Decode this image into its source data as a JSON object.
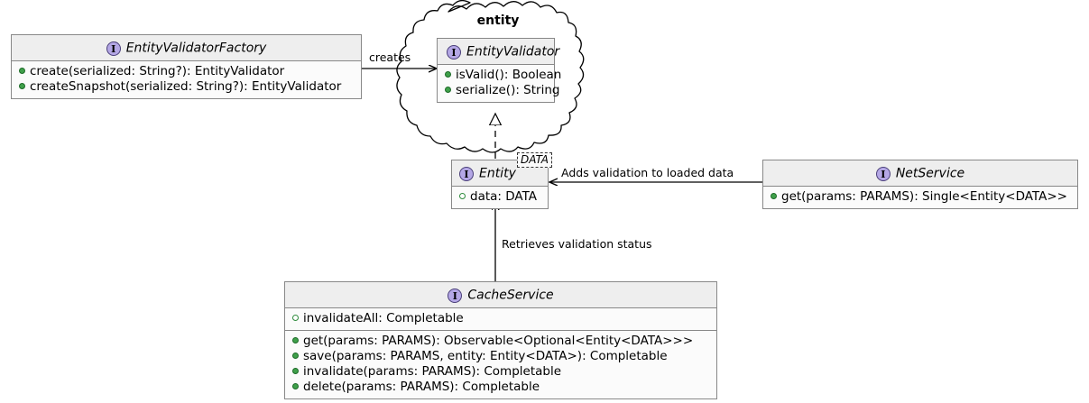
{
  "diagram": {
    "kind": "uml-class-diagram",
    "background": "#ffffff",
    "package": {
      "name": "entity",
      "style": "cloud",
      "border_color": "#000000"
    },
    "colors": {
      "class_header_bg": "#eeeeee",
      "class_body_bg": "#fbfbfb",
      "class_border": "#888888",
      "interface_icon_bg": "#b4a7e5",
      "interface_icon_border": "#4a3f7a",
      "public_dot": "#3fa04a",
      "field_dot_border": "#2e8b3c",
      "edge_color": "#000000"
    }
  },
  "classes": {
    "entity_validator_factory": {
      "icon": "interface-icon",
      "icon_letter": "I",
      "name": "EntityValidatorFactory",
      "stereotype": "interface",
      "members": [
        {
          "visibility": "public-method",
          "text": "create(serialized: String?): EntityValidator"
        },
        {
          "visibility": "public-method",
          "text": "createSnapshot(serialized: String?): EntityValidator"
        }
      ]
    },
    "entity_validator": {
      "icon": "interface-icon",
      "icon_letter": "I",
      "name": "EntityValidator",
      "stereotype": "interface",
      "members": [
        {
          "visibility": "public-method",
          "text": "isValid(): Boolean"
        },
        {
          "visibility": "public-method",
          "text": "serialize(): String"
        }
      ]
    },
    "entity": {
      "icon": "interface-icon",
      "icon_letter": "I",
      "name": "Entity",
      "stereotype": "interface",
      "generic_param": "DATA",
      "members": [
        {
          "visibility": "field",
          "text": "data: DATA"
        }
      ]
    },
    "net_service": {
      "icon": "interface-icon",
      "icon_letter": "I",
      "name": "NetService",
      "stereotype": "interface",
      "members": [
        {
          "visibility": "public-method",
          "text": "get(params: PARAMS): Single<Entity<DATA>>"
        }
      ]
    },
    "cache_service": {
      "icon": "interface-icon",
      "icon_letter": "I",
      "name": "CacheService",
      "stereotype": "interface",
      "fields": [
        {
          "visibility": "field",
          "text": "invalidateAll: Completable"
        }
      ],
      "members": [
        {
          "visibility": "public-method",
          "text": "get(params: PARAMS): Observable<Optional<Entity<DATA>>>"
        },
        {
          "visibility": "public-method",
          "text": "save(params: PARAMS, entity: Entity<DATA>): Completable"
        },
        {
          "visibility": "public-method",
          "text": "invalidate(params: PARAMS): Completable"
        },
        {
          "visibility": "public-method",
          "text": "delete(params: PARAMS): Completable"
        }
      ]
    }
  },
  "relationships": [
    {
      "id": "creates",
      "label": "creates",
      "from": "EntityValidatorFactory",
      "to": "EntityValidator",
      "arrow": "open-arrow",
      "line": "solid"
    },
    {
      "id": "realization",
      "label": "",
      "from": "Entity",
      "to": "EntityValidator",
      "arrow": "hollow-triangle",
      "line": "dashed"
    },
    {
      "id": "adds-validation",
      "label": "Adds validation to loaded data",
      "from": "NetService",
      "to": "Entity",
      "arrow": "open-arrow",
      "line": "solid"
    },
    {
      "id": "retrieves-validation",
      "label": "Retrieves validation status",
      "from": "CacheService",
      "to": "Entity",
      "arrow": "open-arrow",
      "line": "solid"
    }
  ]
}
